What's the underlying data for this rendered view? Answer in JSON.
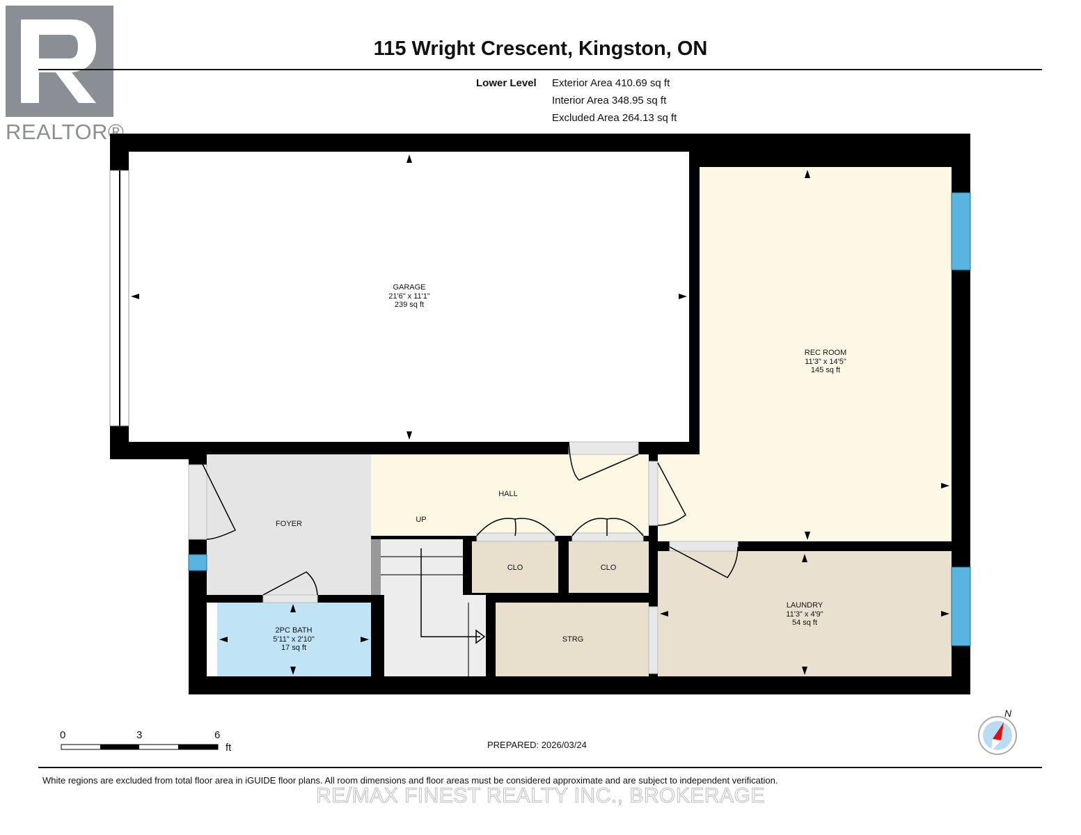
{
  "header": {
    "title": "115 Wright Crescent, Kingston, ON",
    "level": "Lower Level",
    "areas": [
      "Exterior Area 410.69 sq ft",
      "Interior Area 348.95 sq ft",
      "Excluded Area 264.13 sq ft"
    ]
  },
  "logo": {
    "text": "REALTOR®"
  },
  "rooms": {
    "garage": {
      "name": "GARAGE",
      "dims": "21'6\" x 11'1\"",
      "area": "239 sq ft"
    },
    "rec_room": {
      "name": "REC ROOM",
      "dims": "11'3\" x 14'5\"",
      "area": "145 sq ft"
    },
    "hall": {
      "name": "HALL"
    },
    "up": {
      "name": "UP"
    },
    "foyer": {
      "name": "FOYER"
    },
    "clo1": {
      "name": "CLO"
    },
    "clo2": {
      "name": "CLO"
    },
    "laundry": {
      "name": "LAUNDRY",
      "dims": "11'3\" x 4'9\"",
      "area": "54 sq ft"
    },
    "bath": {
      "name": "2PC BATH",
      "dims": "5'11\" x 2'10\"",
      "area": "17 sq ft"
    },
    "strg": {
      "name": "STRG"
    }
  },
  "scale": {
    "ticks": [
      "0",
      "3",
      "6"
    ],
    "unit": "ft"
  },
  "compass": {
    "label": "N"
  },
  "footer": {
    "prepared": "PREPARED: 2026/03/24",
    "disclaimer": "White regions are excluded from total floor area in iGUIDE floor plans. All room dimensions and floor areas must be considered approximate and are subject to independent verification.",
    "watermark": "RE/MAX FINEST REALTY INC., BROKERAGE"
  },
  "colors": {
    "wall": "#000000",
    "window": "#5ab4e0",
    "bath": "#c0e4f6",
    "hall": "#fdf8e3",
    "utility": "#e8dfcd",
    "foyer": "#e5e5e5"
  }
}
